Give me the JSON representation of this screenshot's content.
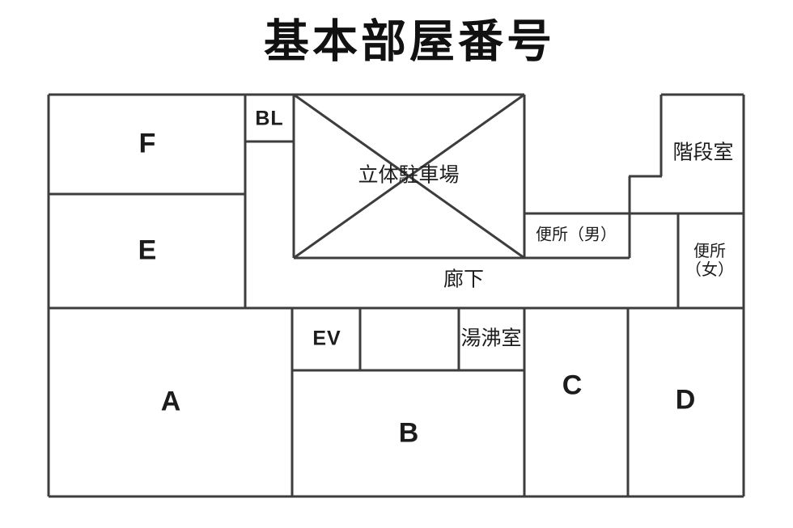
{
  "title": "基本部屋番号",
  "rooms": {
    "f": "F",
    "e": "E",
    "a": "A",
    "b": "B",
    "c": "C",
    "d": "D",
    "bl": "BL",
    "ev": "EV",
    "parking": "立体駐車場",
    "corridor": "廊下",
    "stairwell": "階段室",
    "toilet_men": "便所（男）",
    "toilet_women_line1": "便所",
    "toilet_women_line2": "（女）",
    "boiler": "湯沸室"
  },
  "colors": {
    "wall": "#3d3d3d",
    "text": "#1c1c1c",
    "background": "#ffffff"
  }
}
